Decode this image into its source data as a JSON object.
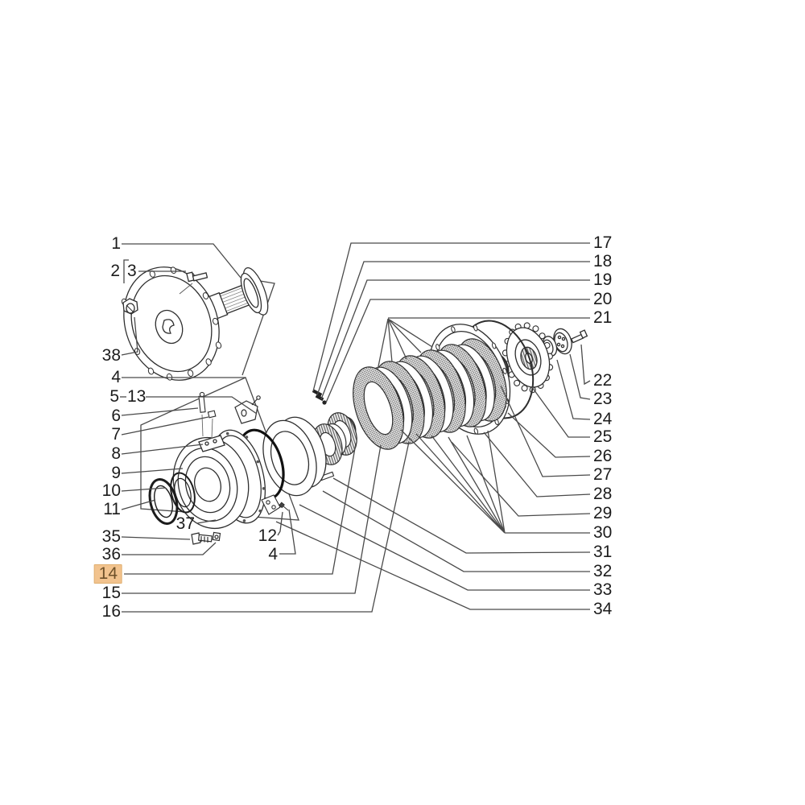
{
  "figure": {
    "type": "exploded-parts-diagram",
    "highlighted_callout": "14",
    "colors": {
      "background": "#ffffff",
      "line_art": "#2e2e2e",
      "leader_line": "#4a4a4a",
      "highlight_fill": "#f2c38e",
      "highlight_border": "#dfae6f",
      "highlight_text": "#6e512a"
    }
  },
  "callouts": [
    {
      "text": "1"
    },
    {
      "text": "2"
    },
    {
      "text": "3"
    },
    {
      "text": "38"
    },
    {
      "text": "4"
    },
    {
      "text": "5"
    },
    {
      "text": "13"
    },
    {
      "text": "6"
    },
    {
      "text": "7"
    },
    {
      "text": "8"
    },
    {
      "text": "9"
    },
    {
      "text": "10"
    },
    {
      "text": "11"
    },
    {
      "text": "37"
    },
    {
      "text": "35"
    },
    {
      "text": "36"
    },
    {
      "text": "14",
      "highlighted": true
    },
    {
      "text": "15"
    },
    {
      "text": "16"
    },
    {
      "text": "12"
    },
    {
      "text": "4"
    },
    {
      "text": "17"
    },
    {
      "text": "18"
    },
    {
      "text": "19"
    },
    {
      "text": "20"
    },
    {
      "text": "21"
    },
    {
      "text": "22"
    },
    {
      "text": "23"
    },
    {
      "text": "24"
    },
    {
      "text": "25"
    },
    {
      "text": "26"
    },
    {
      "text": "27"
    },
    {
      "text": "28"
    },
    {
      "text": "29"
    },
    {
      "text": "30"
    },
    {
      "text": "31"
    },
    {
      "text": "32"
    },
    {
      "text": "33"
    },
    {
      "text": "34"
    }
  ]
}
